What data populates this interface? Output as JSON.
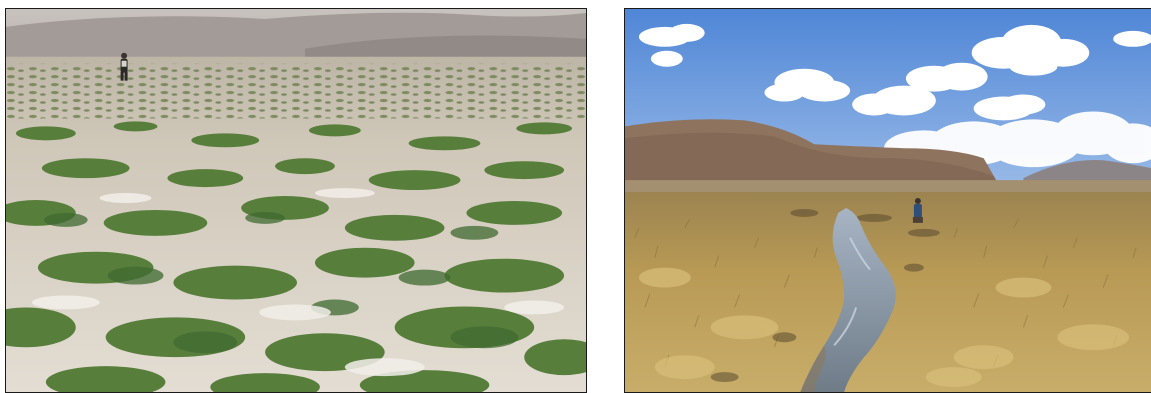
{
  "figure": {
    "panels": [
      {
        "id": "left",
        "scene": "saline-meadow-with-walker"
      },
      {
        "id": "right",
        "scene": "wetland-stream-with-mountains"
      }
    ]
  },
  "colors": {
    "background": "#ffffff",
    "frame_border": "#1a1a1a",
    "salt_crust": "#ddd6cc",
    "grass_green": "#4f7a3a",
    "sky_blue": "#6f9fe0",
    "dry_grass": "#b99a55",
    "hill_brown": "#8e735e",
    "water": "#8a97a6"
  }
}
